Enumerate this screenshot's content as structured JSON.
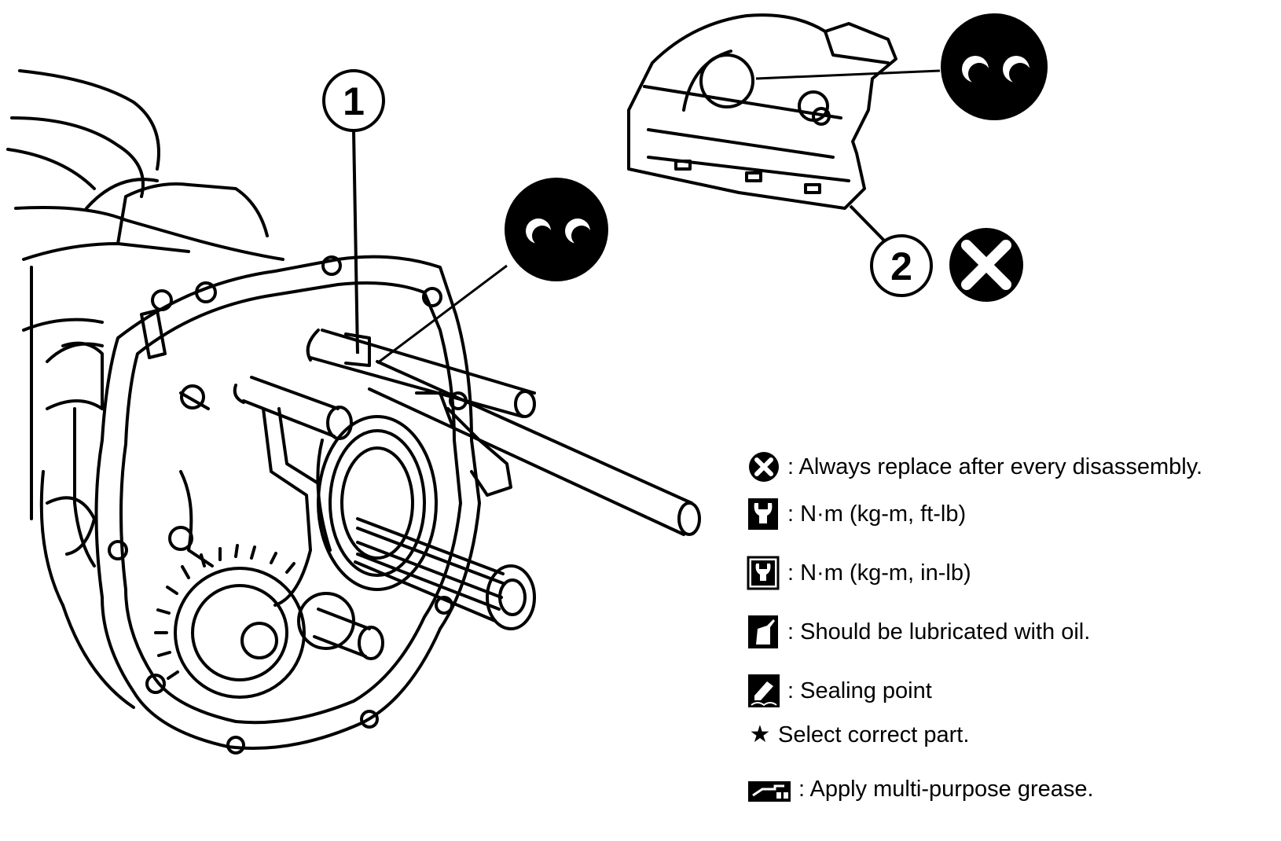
{
  "callouts": {
    "part_1": "1",
    "part_2": "2"
  },
  "legend": [
    {
      "symbol": "replace-x-icon",
      "text": ": Always replace after every disassembly."
    },
    {
      "symbol": "wrench-icon",
      "text": ": N·m (kg-m, ft-lb)"
    },
    {
      "symbol": "wrench-small-icon",
      "text": ": N·m (kg-m, in-lb)"
    },
    {
      "symbol": "oil-can-icon",
      "text": ": Should be lubricated with oil."
    },
    {
      "symbol": "sealant-icon",
      "text": ": Sealing point"
    },
    {
      "symbol": "star-icon",
      "text": "Select correct part.",
      "glyph": "★"
    },
    {
      "symbol": "grease-icon",
      "text": ": Apply multi-purpose grease."
    }
  ]
}
